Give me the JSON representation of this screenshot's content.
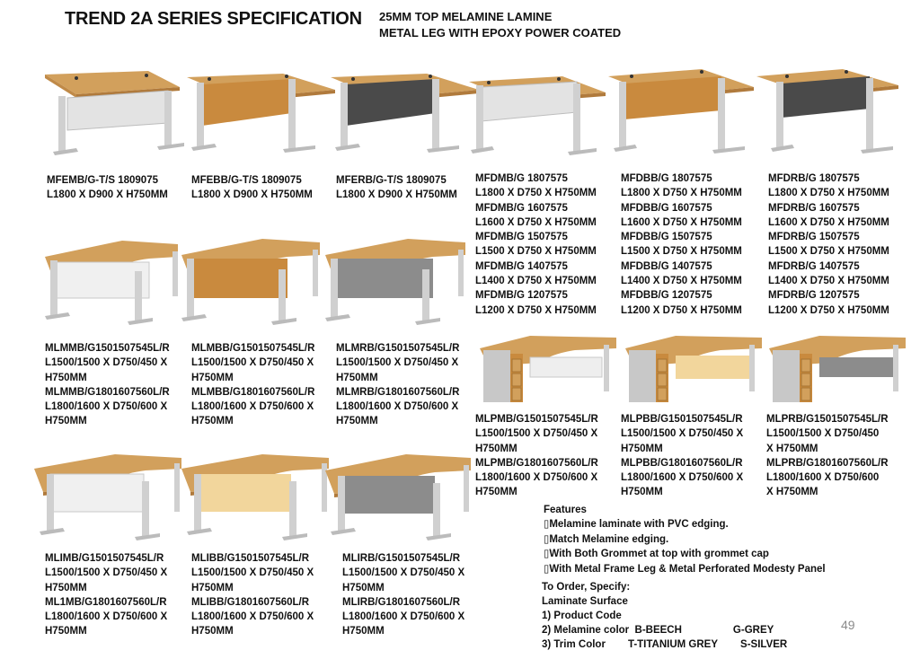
{
  "header": {
    "title": "TREND 2A SERIES SPECIFICATION",
    "subtitle_line1": "25MM TOP MELAMINE LAMINE",
    "subtitle_line2": "METAL LEG WITH EPOXY POWER COATED"
  },
  "colors": {
    "beech": "#d2a05c",
    "beech_dark": "#b07a3c",
    "grey_panel": "#8c8c8c",
    "dark_panel": "#4a4a4a",
    "silver": "#d9d9d9",
    "maple": "#f2d69c"
  },
  "products": [
    {
      "lines": [
        "MFEMB/G-T/S 1809075",
        "L1800 X D900 X H750MM"
      ]
    },
    {
      "lines": [
        "MFEBB/G-T/S 1809075",
        "L1800 X D900 X H750MM"
      ]
    },
    {
      "lines": [
        "MFERB/G-T/S 1809075",
        "L1800 X D900 X H750MM"
      ]
    },
    {
      "lines": [
        "MFDMB/G 1807575",
        "L1800 X D750 X H750MM",
        "MFDMB/G 1607575",
        "L1600 X D750 X H750MM",
        "MFDMB/G 1507575",
        "L1500 X D750 X H750MM",
        "MFDMB/G 1407575",
        "L1400 X D750 X H750MM",
        "MFDMB/G 1207575",
        "L1200 X D750 X H750MM"
      ]
    },
    {
      "lines": [
        "MFDBB/G 1807575",
        "L1800 X D750 X H750MM",
        "MFDBB/G 1607575",
        "L1600 X D750 X H750MM",
        "MFDBB/G 1507575",
        "L1500 X D750 X H750MM",
        "MFDBB/G 1407575",
        "L1400 X D750 X H750MM",
        "MFDBB/G 1207575",
        "L1200 X D750 X H750MM"
      ]
    },
    {
      "lines": [
        "MFDRB/G 1807575",
        "L1800 X D750 X H750MM",
        "MFDRB/G 1607575",
        "L1600 X D750 X H750MM",
        "MFDRB/G 1507575",
        "L1500 X D750 X H750MM",
        "MFDRB/G 1407575",
        "L1400 X D750 X H750MM",
        "MFDRB/G 1207575",
        "L1200 X D750 X H750MM"
      ]
    },
    {
      "lines": [
        "MLMMB/G1501507545L/R",
        "L1500/1500 X D750/450 X",
        "H750MM",
        "MLMMB/G1801607560L/R",
        "L1800/1600 X D750/600 X",
        "H750MM"
      ]
    },
    {
      "lines": [
        "MLMBB/G1501507545L/R",
        "L1500/1500 X D750/450 X",
        "H750MM",
        "MLMBB/G1801607560L/R",
        "L1800/1600 X D750/600 X",
        "H750MM"
      ]
    },
    {
      "lines": [
        "MLMRB/G1501507545L/R",
        "L1500/1500 X D750/450 X",
        "H750MM",
        "MLMRB/G1801607560L/R",
        "L1800/1600 X D750/600 X",
        "H750MM"
      ]
    },
    {
      "lines": [
        "MLPMB/G1501507545L/R",
        "L1500/1500 X D750/450 X",
        "H750MM",
        "MLPMB/G1801607560L/R",
        "L1800/1600 X D750/600 X",
        "H750MM"
      ]
    },
    {
      "lines": [
        "MLPBB/G1501507545L/R",
        "L1500/1500 X D750/450 X",
        "H750MM",
        "MLPBB/G1801607560L/R",
        "L1800/1600 X D750/600 X",
        "H750MM"
      ]
    },
    {
      "lines": [
        "MLPRB/G1501507545L/R",
        "L1500/1500 X D750/450",
        "X H750MM",
        "MLPRB/G1801607560L/R",
        "L1800/1600 X D750/600",
        "X H750MM"
      ]
    },
    {
      "lines": [
        "MLIMB/G1501507545L/R",
        "L1500/1500 X D750/450 X",
        "H750MM",
        "ML1MB/G1801607560L/R",
        "L1800/1600 X D750/600 X",
        "H750MM"
      ]
    },
    {
      "lines": [
        "MLIBB/G1501507545L/R",
        "L1500/1500 X D750/450 X",
        "H750MM",
        "MLIBB/G1801607560L/R",
        "L1800/1600 X D750/600 X",
        "H750MM"
      ]
    },
    {
      "lines": [
        "MLIRB/G1501507545L/R",
        "L1500/1500 X D750/450 X",
        "H750MM",
        "MLIRB/G1801607560L/R",
        "L1800/1600 X D750/600 X",
        "H750MM"
      ]
    }
  ],
  "features": {
    "heading": "Features",
    "items": [
      "▯Melamine laminate with PVC edging.",
      "▯Match Melamine edging.",
      "▯With Both Grommet at top with grommet cap",
      "▯With Metal Frame Leg & Metal Perforated Modesty Panel"
    ]
  },
  "order": {
    "heading": "To Order, Specify:",
    "surface": "Laminate Surface",
    "line1": "1) Product Code",
    "line2_label": "2) Melamine color",
    "line2_opt1": "B-BEECH",
    "line2_opt2": "G-GREY",
    "line3_label": "3) Trim Color",
    "line3_opt1": "T-TITANIUM GREY",
    "line3_opt2": "S-SILVER"
  },
  "page_number": "49"
}
